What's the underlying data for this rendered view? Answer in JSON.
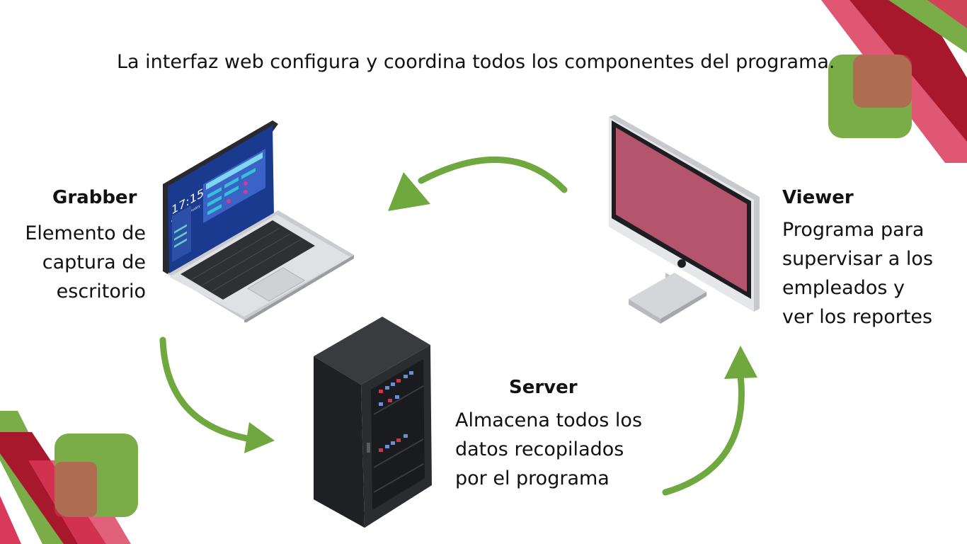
{
  "headline": "La interfaz web configura y coordina todos los componentes del programa.",
  "nodes": {
    "grabber": {
      "title": "Grabber",
      "lines": [
        "Elemento de",
        "captura de",
        "escritorio"
      ]
    },
    "viewer": {
      "title": "Viewer",
      "lines": [
        "Programa para",
        "supervisar a los",
        "empleados y",
        "ver los reportes"
      ]
    },
    "server": {
      "title": "Server",
      "lines": [
        "Almacena todos los",
        "datos recopilados",
        "por el programa"
      ]
    }
  },
  "laptop_screen": {
    "time": "17:15",
    "date": "Wed, 11 January"
  },
  "colors": {
    "arrow_green": "#6fa83f",
    "deco_green": "#7aac47",
    "deco_red": "#a8182c",
    "deco_pink": "#d9395a",
    "monitor_screen": "#b5546d",
    "laptop_screen": "#1a3a8f"
  },
  "icons": [
    "laptop-icon",
    "monitor-icon",
    "server-rack-icon",
    "arrow-icon"
  ]
}
